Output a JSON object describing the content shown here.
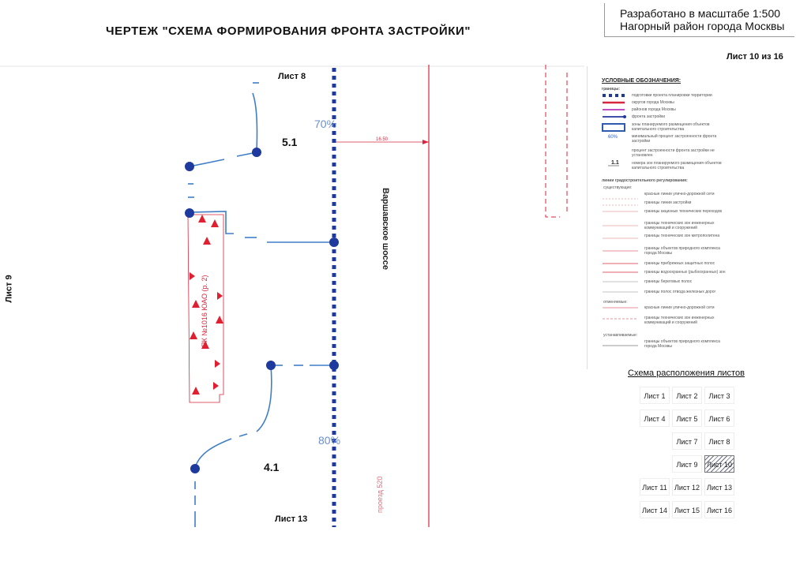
{
  "header": {
    "title": "ЧЕРТЕЖ \"СХЕМА ФОРМИРОВАНИЯ ФРОНТА ЗАСТРОЙКИ\"",
    "scale_line1": "Разработано в масштабе 1:500",
    "scale_line2": "Нагорный район города Москвы",
    "sheet_number": "Лист 10 из 16"
  },
  "map": {
    "sheet_top": "Лист 8",
    "sheet_bottom": "Лист 13",
    "sheet_left": "Лист 9",
    "zone_a": "5.1",
    "zone_b": "4.1",
    "pct_top": "70%",
    "pct_bottom": "80%",
    "street": "Варшавское шоссе",
    "dim": "16.50",
    "passage": "проезд 520",
    "pk_label": "ПК №1016 ЮАО (р. 2)"
  },
  "legend": {
    "title": "УСЛОВНЫЕ ОБОЗНАЧЕНИЯ:",
    "subtitle": "границы:",
    "items": [
      "подготовки проекта планировки территории",
      "округов города Москвы",
      "районов города Москвы",
      "фронта застройки",
      "зоны планируемого размещения объектов капитального строительства",
      "минимальный процент застроенности фронта застройки",
      "процент застроенности фронта застройки не установлен",
      "номера зон планируемого размещения объектов капитального строительства"
    ],
    "pct_sample": "60%",
    "num_sample": "1.1",
    "section2": "линии градостроительного регулирования:",
    "existing": "существующие:",
    "items2": [
      "красные линии улично-дорожной сети",
      "границы линии застройки",
      "границы акцизных технических переходов",
      "границы технических зон инженерных коммуникаций и сооружений",
      "границы технических зон метрополитена",
      "границы объектов природного комплекса города Москвы",
      "границы прибрежных защитных полос",
      "границы водоохранных (рыбоохранных) зон",
      "границы береговых полос",
      "границы полос отвода железных дорог"
    ],
    "cancelled": "отменяемые:",
    "items3": [
      "красные линии улично-дорожной сети",
      "границы технических зон инженерных коммуникаций и сооружений"
    ],
    "planned": "устанавливаемые:",
    "items4": [
      "границы объектов природного комплекса города Москвы"
    ]
  },
  "layout": {
    "title": "Схема расположения листов",
    "cells": [
      {
        "label": "Лист 1",
        "row": 0,
        "col": 0
      },
      {
        "label": "Лист 2",
        "row": 0,
        "col": 1
      },
      {
        "label": "Лист 3",
        "row": 0,
        "col": 2
      },
      {
        "label": "Лист 4",
        "row": 1,
        "col": 0
      },
      {
        "label": "Лист 5",
        "row": 1,
        "col": 1
      },
      {
        "label": "Лист 6",
        "row": 1,
        "col": 2
      },
      {
        "label": "Лист 7",
        "row": 2,
        "col": 1
      },
      {
        "label": "Лист 8",
        "row": 2,
        "col": 2
      },
      {
        "label": "Лист 9",
        "row": 3,
        "col": 1
      },
      {
        "label": "Лист 10",
        "row": 3,
        "col": 2,
        "current": true
      },
      {
        "label": "Лист 11",
        "row": 4,
        "col": 0
      },
      {
        "label": "Лист 12",
        "row": 4,
        "col": 1
      },
      {
        "label": "Лист 13",
        "row": 4,
        "col": 2
      },
      {
        "label": "Лист 14",
        "row": 5,
        "col": 0
      },
      {
        "label": "Лист 15",
        "row": 5,
        "col": 1
      },
      {
        "label": "Лист 16",
        "row": 5,
        "col": 2
      }
    ]
  },
  "colors": {
    "planning_boundary": "#1f3a9e",
    "frontage": "#3f7ec7",
    "red_line": "#d7263d",
    "node": "#1f3a9e"
  }
}
